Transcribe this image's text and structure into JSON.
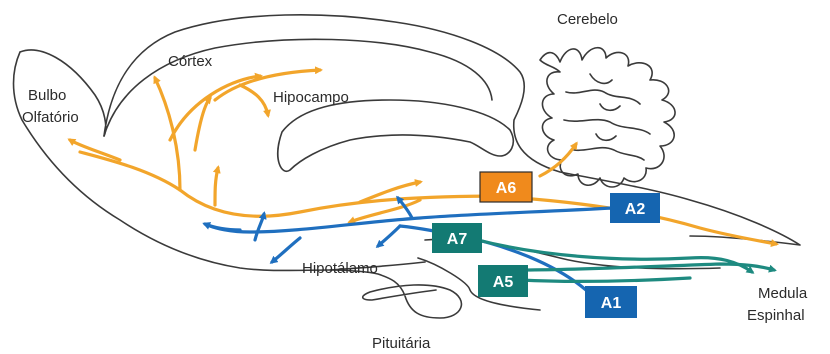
{
  "labels": {
    "cerebelo": "Cerebelo",
    "cortex": "Córtex",
    "hipocampo": "Hipocampo",
    "bulbo_line1": "Bulbo",
    "bulbo_line2": "Olfatório",
    "hipotalamo": "Hipotálamo",
    "pituitaria": "Pituitária",
    "medula_line1": "Medula",
    "medula_line2": "Espinhal"
  },
  "nuclei": {
    "a6": "A6",
    "a2": "A2",
    "a7": "A7",
    "a5": "A5",
    "a1": "A1"
  },
  "colors": {
    "orange": "#f2a52b",
    "orange_box": "#f08a1c",
    "blue": "#1f6fbf",
    "blue_box": "#1565b0",
    "teal": "#1e8a80",
    "teal_box": "#137a73",
    "outline": "#3a3a3a"
  }
}
